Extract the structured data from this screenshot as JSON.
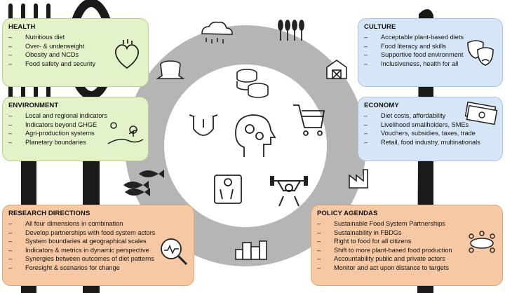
{
  "boxes": {
    "health": {
      "title": "HEALTH",
      "items": [
        "Nutritious diet",
        "Over- & underweight",
        "Obesity and NCDs",
        "Food safety and security"
      ],
      "icon": "anatomical-heart-icon"
    },
    "environment": {
      "title": "ENVIRONMENT",
      "items": [
        "Local and regional indicators",
        "Indicators beyond GHGE",
        "Agri-production systems",
        "Planetary boundaries"
      ],
      "icon": "landscape-icon"
    },
    "culture": {
      "title": "CULTURE",
      "items": [
        "Acceptable plant-based diets",
        "Food literacy and skills",
        "Supportive food environment",
        "Inclusiveness, health for all"
      ],
      "icon": "theater-masks-icon"
    },
    "economy": {
      "title": "ECONOMY",
      "items": [
        "Diet costs, affordability",
        "Livelihood smallholders, SMEs",
        "Vouchers, subsidies, taxes, trade",
        "Retail, food industry, multinationals"
      ],
      "icon": "banknotes-icon"
    },
    "research": {
      "title": "RESEARCH DIRECTIONS",
      "items": [
        "All four dimensions in combination",
        "Develop partnerships with food system actors",
        "System boundaries at geographical scales",
        "Indicators & metrics in dynamic perspective",
        "Synergies between outcomes of diet patterns",
        "Foresight & scenarios for change"
      ],
      "icon": "magnifier-chart-icon"
    },
    "policy": {
      "title": "POLICY AGENDAS",
      "items": [
        "Sustainable Food System Partnerships",
        "Sustainability in FBDGs",
        "Right to food for all citizens",
        "Shift to more plant-based food production",
        "Accountability public and private actors",
        "Monitor and act upon distance to targets"
      ],
      "icon": "meeting-table-icon"
    }
  },
  "ring_icons": [
    "rain-cloud-icon",
    "wheat-icon",
    "barn-icon",
    "factory-icon",
    "city-icon",
    "fish-icon",
    "tree-stump-icon"
  ],
  "center_icons": [
    "coins-icon",
    "tongue-icon",
    "head-gears-icon",
    "shopping-cart-icon",
    "scale-icon",
    "weightlifter-icon"
  ],
  "colors": {
    "ring": "#b5b5b5",
    "utensils": "#1a1a1a",
    "green": "#e3f2c9",
    "blue": "#d7e6f6",
    "orange": "#f6c9a4"
  }
}
